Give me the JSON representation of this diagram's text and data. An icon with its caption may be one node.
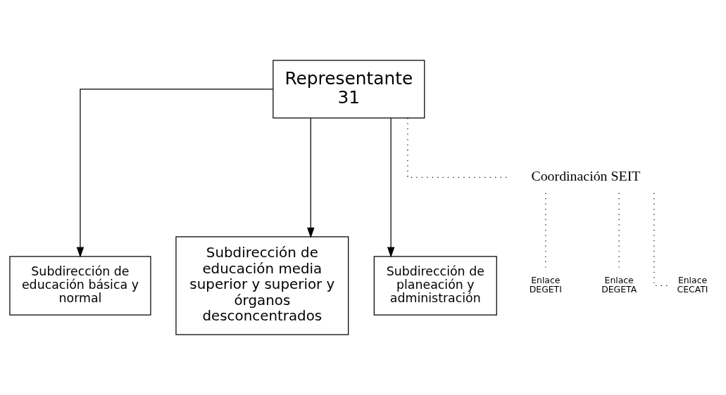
{
  "diagram": {
    "nodes": [
      {
        "text": [
          "Representante",
          "31"
        ]
      },
      {
        "text": [
          "Subdirección de educación básica y normal"
        ]
      },
      {
        "text": [
          "Subdirección de educación media superior y superior y órganos desconcentrados"
        ]
      },
      {
        "text": [
          "Subdirección de planeación y administración"
        ]
      },
      {
        "text": [
          "Coordinación SEIT"
        ]
      },
      {
        "text": [
          "Enlace DEGETI"
        ]
      },
      {
        "text": [
          "Enlace DEGETA"
        ]
      },
      {
        "text": [
          "Enlace CECATI"
        ]
      }
    ],
    "edges": [
      {
        "from": 0,
        "to": 1,
        "arrow": "to"
      },
      {
        "from": 0,
        "to": 2,
        "arrow": "to"
      },
      {
        "from": 0,
        "to": 3,
        "arrow": "to"
      },
      {
        "from": 0,
        "to": 4,
        "arrow": "none",
        "style": "dashed"
      },
      {
        "from": 4,
        "to": 5,
        "arrow": "none",
        "style": "dashed"
      },
      {
        "from": 4,
        "to": 6,
        "arrow": "none",
        "style": "dashed"
      },
      {
        "from": 4,
        "to": 7,
        "arrow": "none",
        "style": "dashed"
      }
    ]
  }
}
